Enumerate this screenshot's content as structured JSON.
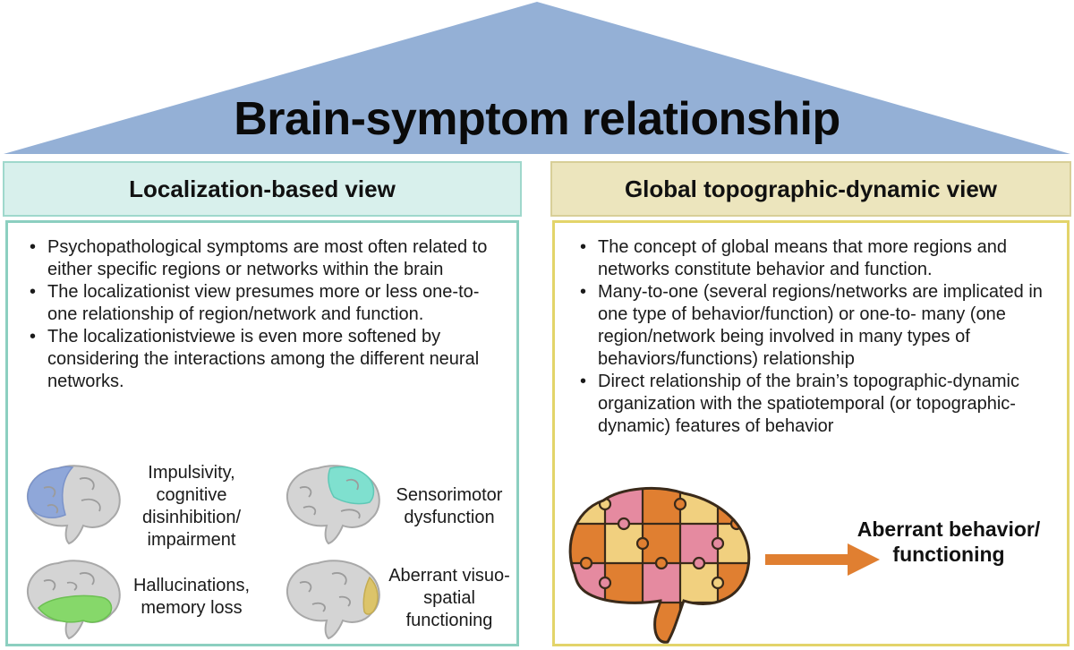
{
  "title": "Brain-symptom relationship",
  "colors": {
    "roof": "#94b0d6",
    "left_accent": "#8ccfc0",
    "right_accent": "#e3d46a",
    "puzzle_orange": "#e07f31",
    "puzzle_pink": "#e58aa0",
    "puzzle_yellow": "#f1d07f",
    "arrow": "#e07f31"
  },
  "left": {
    "header": "Localization-based view",
    "bullets": [
      "Psychopathological symptoms are most often related to either specific regions or networks within the brain",
      "The localizationist view presumes more or less one-to-one relationship of region/network and function.",
      "The localizationistviewe is even more softened by considering the interactions among the different neural networks."
    ],
    "brains": [
      {
        "label": "Impulsivity, cognitive disinhibition/ impairment",
        "highlight": "frontal-blue"
      },
      {
        "label": "Sensorimotor dysfunction",
        "highlight": "parietal-teal"
      },
      {
        "label": "Hallucinations, memory loss",
        "highlight": "temporal-green"
      },
      {
        "label": "Aberrant visuo-spatial functioning",
        "highlight": "occipital-gold"
      }
    ]
  },
  "right": {
    "header": "Global topographic-dynamic view",
    "bullets": [
      "The concept of global means that more regions and networks constitute behavior and function.",
      "Many-to-one (several regions/networks are implicated in one type of behavior/function) or one-to- many (one region/network being involved in many types of behaviors/functions) relationship",
      "Direct relationship of the brain’s topographic-dynamic organization with the spatiotemporal (or topographic-dynamic) features of behavior"
    ],
    "outcome": "Aberrant behavior/ functioning"
  }
}
